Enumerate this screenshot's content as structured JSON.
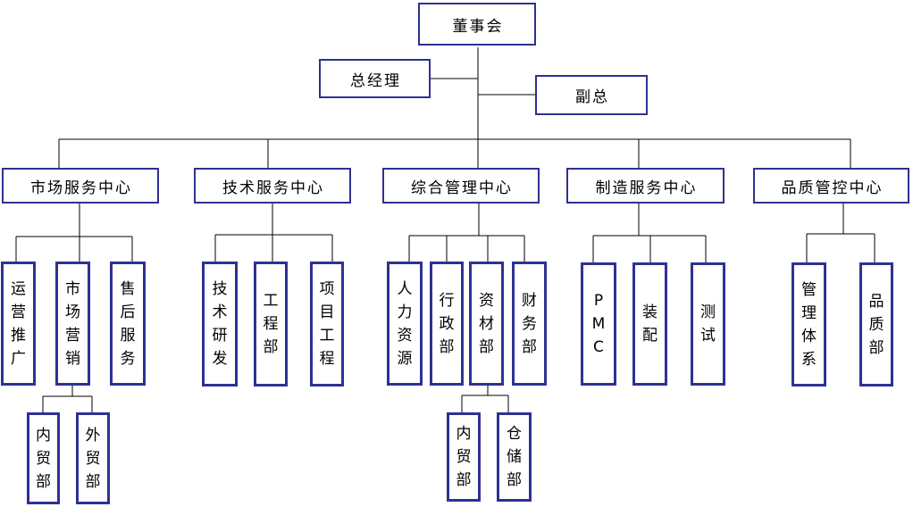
{
  "colors": {
    "box_border": "#2e3192",
    "connector": "#000000",
    "text": "#000000",
    "background": "#ffffff"
  },
  "org_chart": {
    "root": {
      "label": "董事会"
    },
    "executives": [
      {
        "label": "总经理"
      },
      {
        "label": "副总"
      }
    ],
    "centers": [
      {
        "label": "市场服务中心",
        "departments": [
          {
            "label": "运营推广"
          },
          {
            "label": "市场营销",
            "sub_departments": [
              {
                "label": "内贸部"
              },
              {
                "label": "外贸部"
              }
            ]
          },
          {
            "label": "售后服务"
          }
        ]
      },
      {
        "label": "技术服务中心",
        "departments": [
          {
            "label": "技术研发"
          },
          {
            "label": "工程部"
          },
          {
            "label": "项目工程"
          }
        ]
      },
      {
        "label": "综合管理中心",
        "departments": [
          {
            "label": "人力资源"
          },
          {
            "label": "行政部"
          },
          {
            "label": "资材部",
            "sub_departments": [
              {
                "label": "内贸部"
              },
              {
                "label": "仓储部"
              }
            ]
          },
          {
            "label": "财务部"
          }
        ]
      },
      {
        "label": "制造服务中心",
        "departments": [
          {
            "label": "PMC"
          },
          {
            "label": "装配"
          },
          {
            "label": "测试"
          }
        ]
      },
      {
        "label": "品质管控中心",
        "departments": [
          {
            "label": "管理体系"
          },
          {
            "label": "品质部"
          }
        ]
      }
    ]
  }
}
